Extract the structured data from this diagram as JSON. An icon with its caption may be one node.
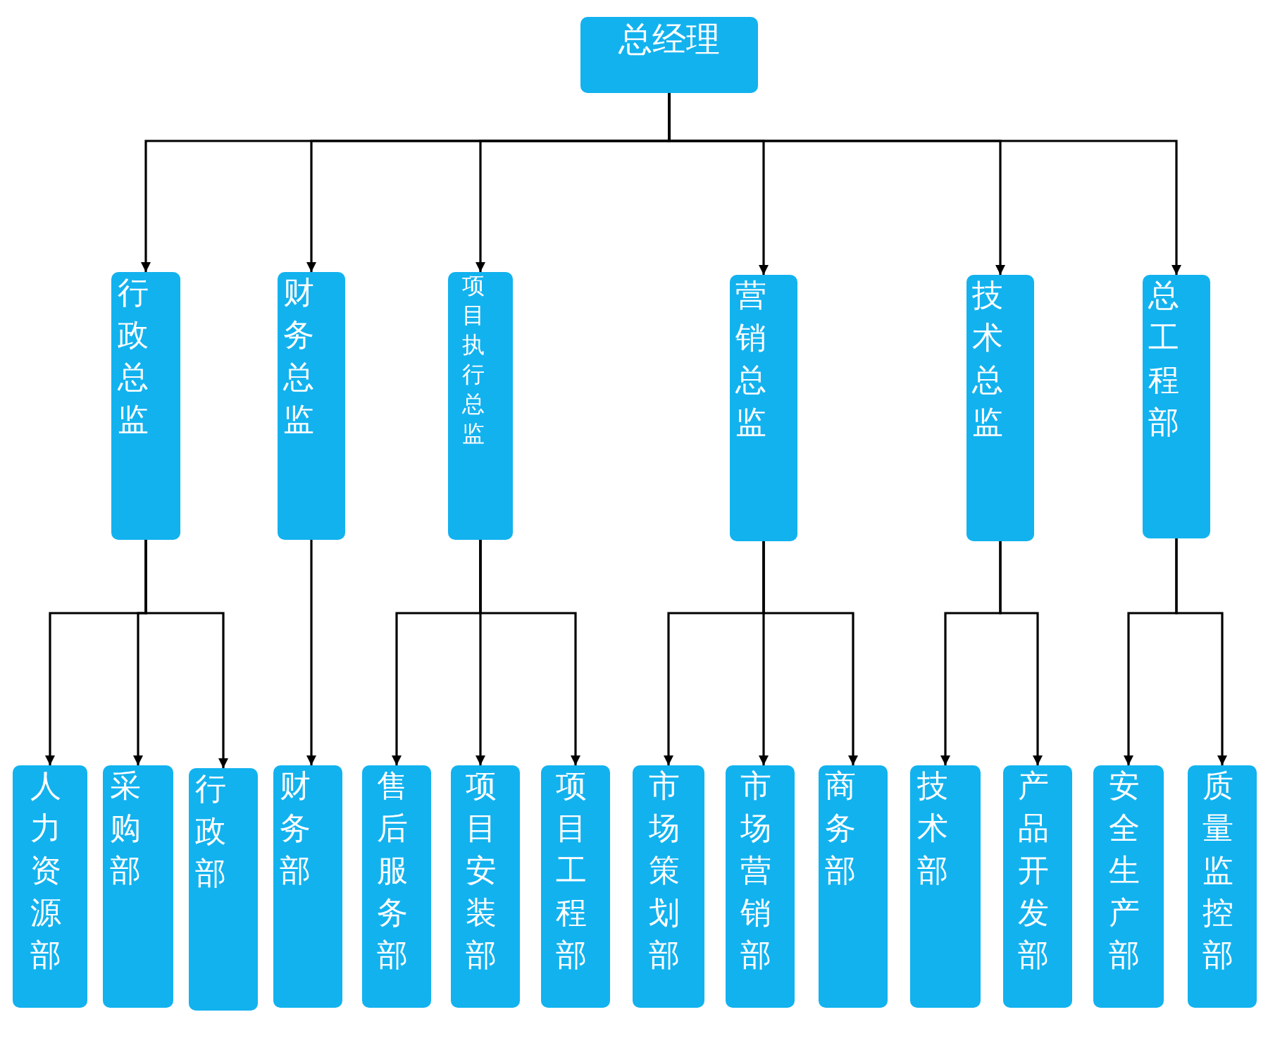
{
  "diagram": {
    "nodes": [
      {
        "text": [
          "总经理"
        ]
      },
      {
        "text": [
          "行政总监"
        ]
      },
      {
        "text": [
          "财务总监"
        ]
      },
      {
        "text": [
          "项目执行总监"
        ]
      },
      {
        "text": [
          "营销总监"
        ]
      },
      {
        "text": [
          "技术总监"
        ]
      },
      {
        "text": [
          "总工程部"
        ]
      },
      {
        "text": [
          "人力资源部"
        ]
      },
      {
        "text": [
          "采购部"
        ]
      },
      {
        "text": [
          "行政部"
        ]
      },
      {
        "text": [
          "财务部"
        ]
      },
      {
        "text": [
          "售后服务部"
        ]
      },
      {
        "text": [
          "项目安装部"
        ]
      },
      {
        "text": [
          "项目工程部"
        ]
      },
      {
        "text": [
          "市场策划部"
        ]
      },
      {
        "text": [
          "市场营销部"
        ]
      },
      {
        "text": [
          "商务部"
        ]
      },
      {
        "text": [
          "技术部"
        ]
      },
      {
        "text": [
          "产品开发部"
        ]
      },
      {
        "text": [
          "安全生产部"
        ]
      },
      {
        "text": [
          "质量监控部"
        ]
      }
    ],
    "edges": [
      {
        "from": 0,
        "to": 1,
        "arrow": "to"
      },
      {
        "from": 0,
        "to": 2,
        "arrow": "to"
      },
      {
        "from": 0,
        "to": 3,
        "arrow": "to"
      },
      {
        "from": 0,
        "to": 4,
        "arrow": "to"
      },
      {
        "from": 0,
        "to": 5,
        "arrow": "to"
      },
      {
        "from": 0,
        "to": 6,
        "arrow": "to"
      },
      {
        "from": 1,
        "to": 7,
        "arrow": "to"
      },
      {
        "from": 1,
        "to": 8,
        "arrow": "to"
      },
      {
        "from": 1,
        "to": 9,
        "arrow": "to"
      },
      {
        "from": 2,
        "to": 10,
        "arrow": "to"
      },
      {
        "from": 3,
        "to": 11,
        "arrow": "to"
      },
      {
        "from": 3,
        "to": 12,
        "arrow": "to"
      },
      {
        "from": 3,
        "to": 13,
        "arrow": "to"
      },
      {
        "from": 4,
        "to": 14,
        "arrow": "to"
      },
      {
        "from": 4,
        "to": 15,
        "arrow": "to"
      },
      {
        "from": 4,
        "to": 16,
        "arrow": "to"
      },
      {
        "from": 5,
        "to": 17,
        "arrow": "to"
      },
      {
        "from": 5,
        "to": 18,
        "arrow": "to"
      },
      {
        "from": 6,
        "to": 19,
        "arrow": "to"
      },
      {
        "from": 6,
        "to": 20,
        "arrow": "to"
      }
    ]
  }
}
